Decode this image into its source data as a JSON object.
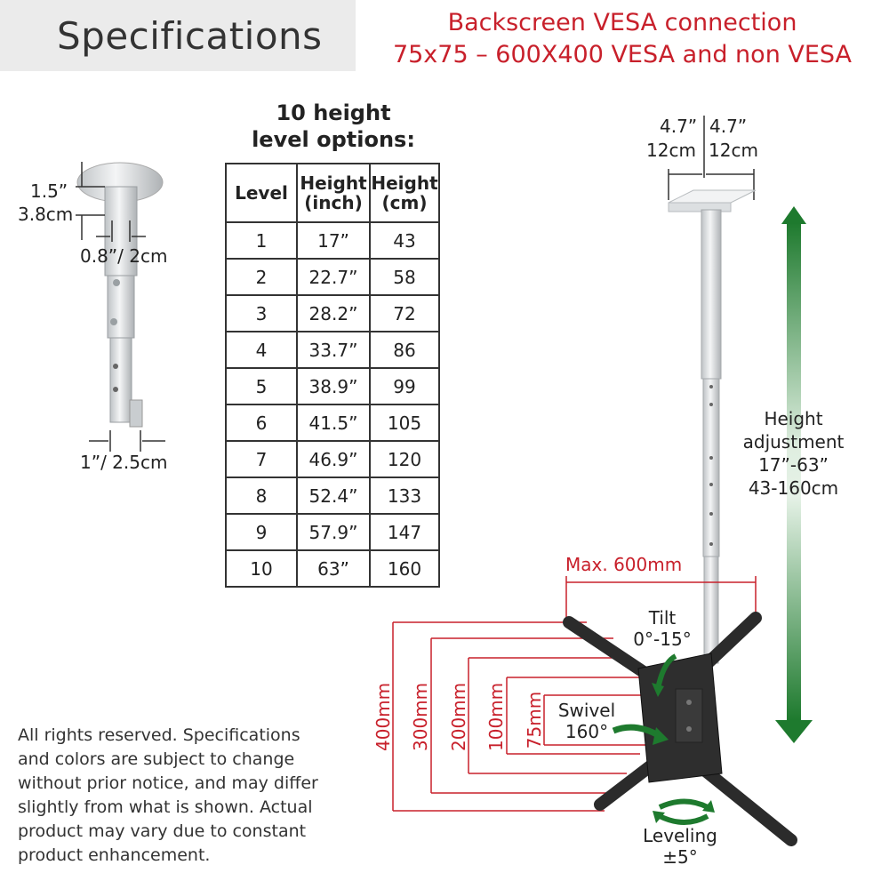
{
  "header": {
    "title": "Specifications",
    "vesa_line1": "Backscreen VESA connection",
    "vesa_line2": "75x75 – 600X400 VESA and non VESA"
  },
  "table": {
    "title_line1": "10 height",
    "title_line2": "level options:",
    "headers": [
      "Level",
      "Height (inch)",
      "Height (cm)"
    ],
    "rows": [
      [
        "1",
        "17”",
        "43"
      ],
      [
        "2",
        "22.7”",
        "58"
      ],
      [
        "3",
        "28.2”",
        "72"
      ],
      [
        "4",
        "33.7”",
        "86"
      ],
      [
        "5",
        "38.9”",
        "99"
      ],
      [
        "6",
        "41.5”",
        "105"
      ],
      [
        "7",
        "46.9”",
        "120"
      ],
      [
        "8",
        "52.4”",
        "133"
      ],
      [
        "9",
        "57.9”",
        "147"
      ],
      [
        "10",
        "63”",
        "160"
      ]
    ]
  },
  "pole_detail": {
    "top_inch": "1.5”",
    "top_cm": "3.8cm",
    "mid": "0.8”/ 2cm",
    "bottom": "1”/ 2.5cm"
  },
  "ceiling_plate": {
    "left_inch": "4.7”",
    "right_inch": "4.7”",
    "left_cm": "12cm",
    "right_cm": "12cm"
  },
  "height_adjustment": {
    "line1": "Height",
    "line2": "adjustment",
    "line3": "17”-63”",
    "line4": "43-160cm"
  },
  "mount": {
    "max_width": "Max. 600mm",
    "tilt_label": "Tilt",
    "tilt_value": "0°-15°",
    "swivel_label": "Swivel",
    "swivel_value": "160°",
    "leveling_label": "Leveling",
    "leveling_value": "±5°",
    "vesa_heights": [
      "400mm",
      "300mm",
      "200mm",
      "100mm",
      "75mm"
    ]
  },
  "disclaimer": "All rights reserved. Specifications and colors are subject to change without prior notice, and may differ slightly from what is shown. Actual product may vary due to constant product enhancement.",
  "colors": {
    "accent_red": "#c8202b",
    "arrow_green": "#1e7a2e",
    "header_bg": "#ebebeb"
  }
}
